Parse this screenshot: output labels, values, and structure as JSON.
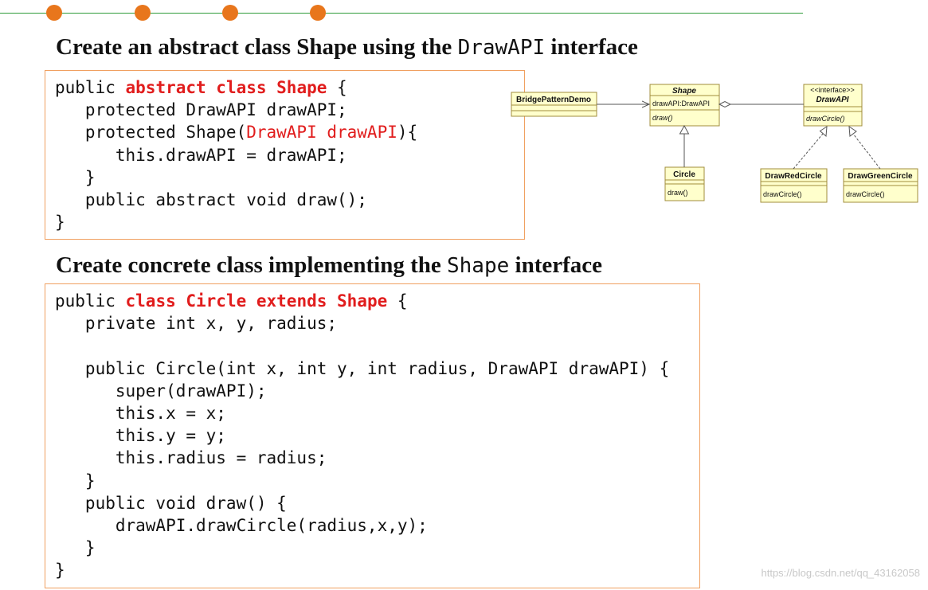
{
  "heading1": {
    "prefix": "Create an abstract class Shape using the ",
    "mono": "DrawAPI",
    "suffix": " interface"
  },
  "heading2": {
    "prefix": "Create concrete class implementing the ",
    "mono": "Shape",
    "suffix": " interface"
  },
  "code1": {
    "l1_a": "public ",
    "l1_kw": "abstract class Shape",
    "l1_b": " {",
    "l2": "   protected DrawAPI drawAPI;",
    "l3_a": "   protected Shape(",
    "l3_red": "DrawAPI drawAPI",
    "l3_b": "){",
    "l4": "      this.drawAPI = drawAPI;",
    "l5": "   }",
    "l6": "   public abstract void draw();",
    "l7": "}"
  },
  "code2": {
    "l1_a": "public ",
    "l1_kw": "class Circle extends Shape",
    "l1_b": " {",
    "l2": "   private int x, y, radius;",
    "l3": "",
    "l4": "   public Circle(int x, int y, int radius, DrawAPI drawAPI) {",
    "l5": "      super(drawAPI);",
    "l6": "      this.x = x;",
    "l7": "      this.y = y;",
    "l8": "      this.radius = radius;",
    "l9": "   }",
    "l10": "   public void draw() {",
    "l11": "      drawAPI.drawCircle(radius,x,y);",
    "l12": "   }",
    "l13": "}"
  },
  "diagram": {
    "demo": {
      "name": "BridgePatternDemo"
    },
    "shape": {
      "name": "Shape",
      "attr": "drawAPI:DrawAPI",
      "method": "draw()"
    },
    "drawapi": {
      "stereotype": "<<interface>>",
      "name": "DrawAPI",
      "method": "drawCircle()"
    },
    "circle": {
      "name": "Circle",
      "method": "draw()"
    },
    "red": {
      "name": "DrawRedCircle",
      "method": "drawCircle()"
    },
    "green": {
      "name": "DrawGreenCircle",
      "method": "drawCircle()"
    }
  },
  "colors": {
    "accent": "#e8761c",
    "line": "#2e9b3a",
    "keyword": "#e11d1d",
    "box_border": "#f0a060",
    "uml_fill": "#ffffcc",
    "uml_border": "#a08c3c"
  },
  "watermark": "https://blog.csdn.net/qq_43162058"
}
